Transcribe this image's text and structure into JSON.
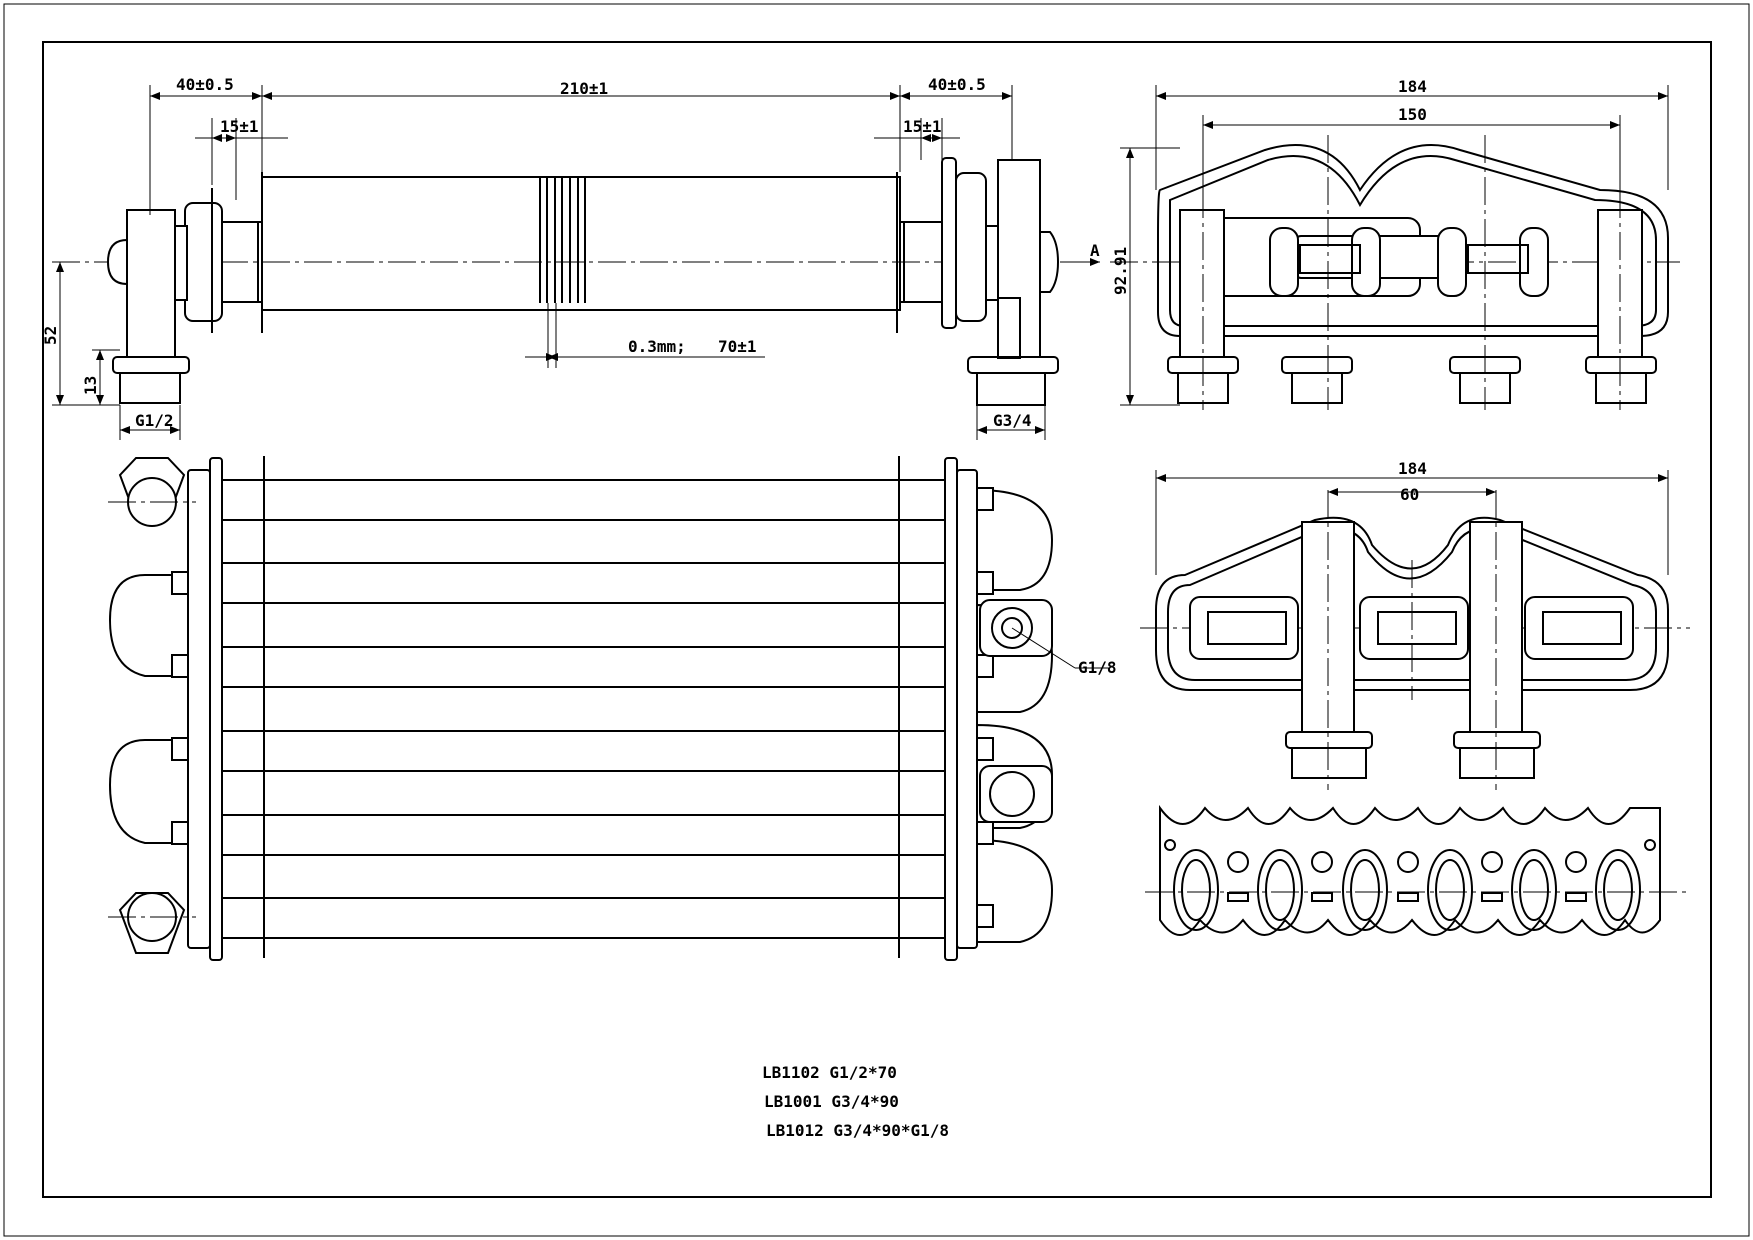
{
  "drawing": {
    "side_view": {
      "dims": {
        "left_offset": "40±0.5",
        "length": "210±1",
        "right_offset": "40±0.5",
        "left_flange": "15±1",
        "right_flange": "15±1",
        "fin_thickness": "0.3mm;",
        "fin_length": "70±1",
        "height": "52",
        "thread_height": "13",
        "left_thread": "G1/2",
        "right_thread": "G3/4"
      }
    },
    "end_view_top": {
      "width_total": "184",
      "width_inner": "150",
      "height": "92.91",
      "view_marker": "A"
    },
    "end_view_bottom": {
      "width_total": "184",
      "pitch": "60"
    },
    "front_view": {
      "port_thread": "G1/8"
    },
    "notes": [
      "LB1102 G1/2*70",
      "LB1001 G3/4*90",
      "LB1012 G3/4*90*G1/8"
    ]
  }
}
